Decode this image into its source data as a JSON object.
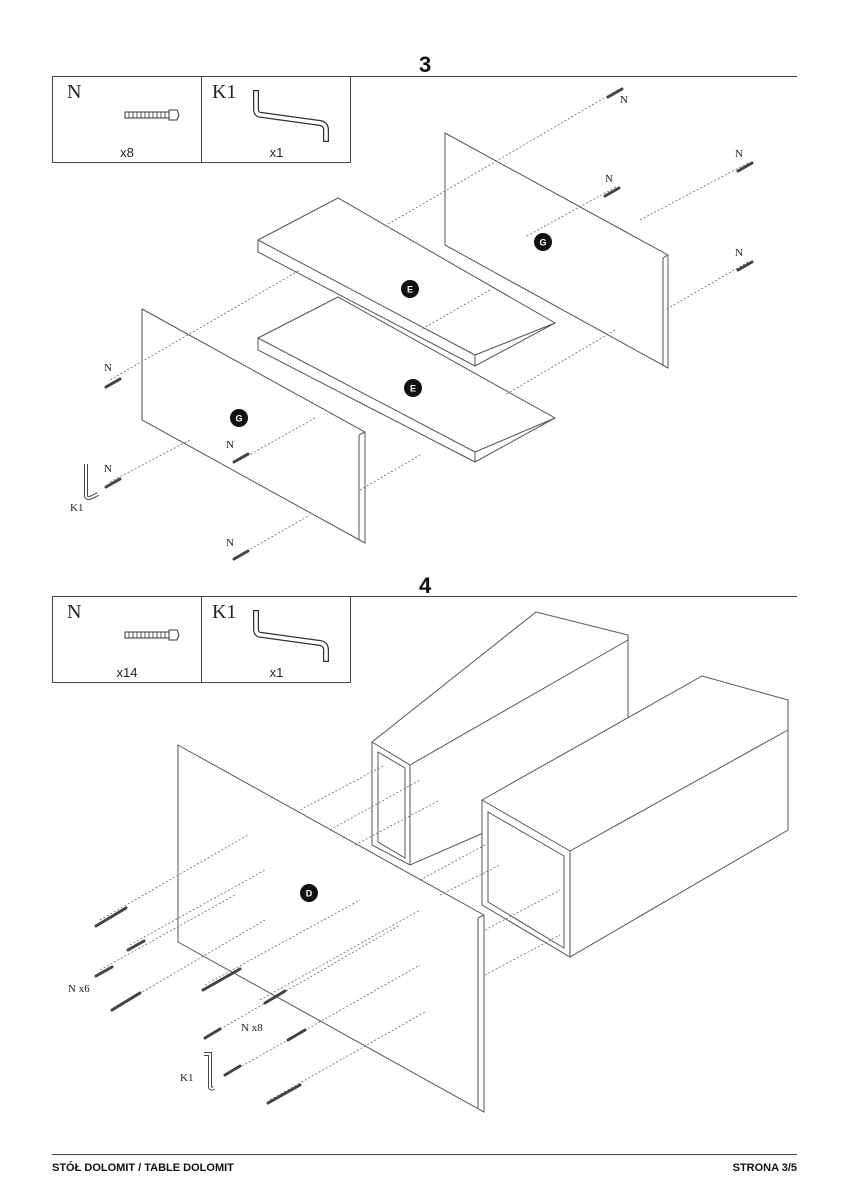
{
  "step3": {
    "number": "3",
    "parts": [
      {
        "letter": "N",
        "qty": "x8",
        "icon": "screw-icon"
      },
      {
        "letter": "K1",
        "qty": "x1",
        "icon": "hex-key-icon"
      }
    ],
    "labels": {
      "panel_top": "E",
      "panel_bottom": "E",
      "panel_right": "G",
      "panel_left": "G",
      "screw": "N",
      "key": "K1"
    }
  },
  "step4": {
    "number": "4",
    "parts": [
      {
        "letter": "N",
        "qty": "x14",
        "icon": "screw-icon"
      },
      {
        "letter": "K1",
        "qty": "x1",
        "icon": "hex-key-icon"
      }
    ],
    "labels": {
      "panel": "D",
      "screws_left": "N x6",
      "screws_right": "N x8",
      "key": "K1"
    }
  },
  "footer": {
    "title": "STÓŁ DOLOMIT / TABLE DOLOMIT",
    "page": "STRONA 3/5"
  }
}
